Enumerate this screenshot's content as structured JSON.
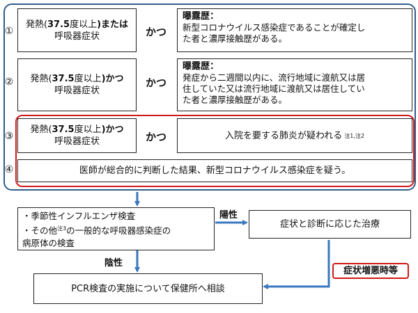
{
  "conditions": [
    {
      "number": "①",
      "symptom": {
        "pre": "発熱(",
        "bold_mid": "37.5",
        "mid": "度以上",
        "bold_tail": ")または",
        "line2": "呼吸器症状"
      },
      "connector": "かつ",
      "exposure": {
        "heading": "曝露歴：",
        "lines": [
          "新型コロナウイルス感染症であることが確定し",
          "た者と濃厚接触歴がある。"
        ]
      }
    },
    {
      "number": "②",
      "symptom": {
        "pre": "発熱(",
        "bold_mid": "37.5",
        "mid": "度以上",
        "bold_tail": ")かつ",
        "line2": "呼吸器症状"
      },
      "connector": "かつ",
      "exposure": {
        "heading": "曝露歴：",
        "lines": [
          "発症から二週間以内に、流行地域に渡航又は居",
          "住していた又は流行地域に渡航又は居住してい",
          "た者と濃厚接触歴がある。"
        ]
      }
    },
    {
      "number": "③",
      "symptom": {
        "pre": "発熱(",
        "bold_mid": "37.5",
        "mid": "度以上",
        "bold_tail": ")かつ",
        "line2": "呼吸器症状"
      },
      "connector": "かつ",
      "finding": {
        "text": "入院を要する肺炎が疑われる",
        "note": "注1,注2"
      }
    },
    {
      "number": "④",
      "text": "医師が総合的に判断した結果、新型コロナウイルス感染症を疑う。"
    }
  ],
  "testing": {
    "line1": "・季節性インフルエンザ検査",
    "line2_pre": "・その他",
    "line2_note": "注3",
    "line2_post": "の一般的な呼吸器感染症の",
    "line3": "病原体の検査"
  },
  "positive_label": "陽性",
  "negative_label": "陰性",
  "treatment": "症状と診断に応じた治療",
  "worsening_label": "症状増悪時等",
  "consultation": "PCR検査の実施について保健所へ相談",
  "colors": {
    "arrow": "#3a77bf",
    "frame": "#2f5c8a",
    "highlight": "#d01818"
  }
}
